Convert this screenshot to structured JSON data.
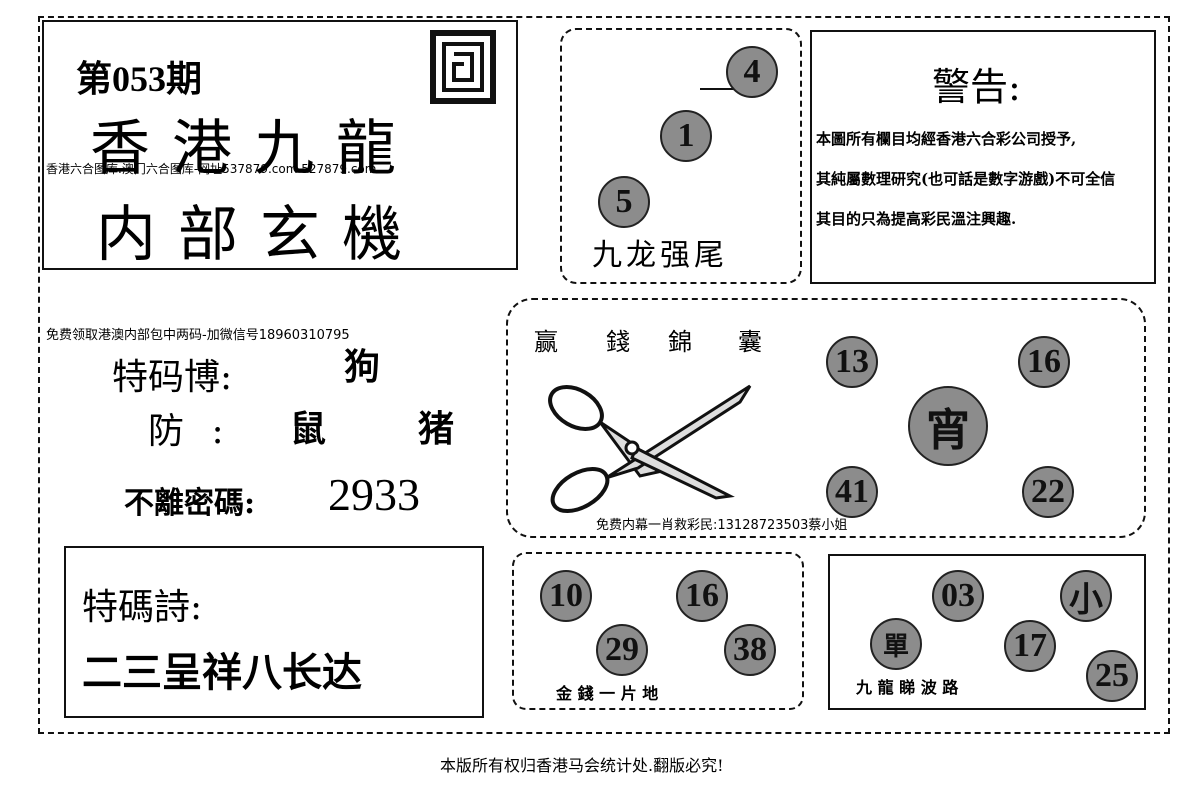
{
  "issue": {
    "prefix": "第",
    "number": "053",
    "suffix": "期"
  },
  "title_line1": "香港九龍",
  "title_line2": "内部玄機",
  "site_note": "香港六合图库.澳门六合图库-网址537879.com 527879.com",
  "kowloon_tail": {
    "balls": [
      "4",
      "1",
      "5"
    ],
    "label": "九龙强尾"
  },
  "warning": {
    "title": "警告:",
    "lines": [
      "本圖所有欄目均經香港六合彩公司授予,",
      "其純屬數理研究(也可話是數字游戲)不可全信",
      "其目的只為提高彩民溫注興趣."
    ]
  },
  "free_note": "免费领取港澳内部包中两码-加微信号18960310795",
  "tema": {
    "label": "特码博:",
    "value": "狗"
  },
  "fang": {
    "label": "防 :",
    "values": [
      "鼠",
      "猪"
    ]
  },
  "buli": {
    "label": "不離密碼:",
    "value": "2933"
  },
  "jinnang": {
    "title": [
      "赢",
      "錢",
      "錦",
      "囊"
    ],
    "balls": [
      "13",
      "16",
      "41",
      "22"
    ],
    "center": "宵",
    "note": "免费内幕一肖救彩民:13128723503蔡小姐"
  },
  "poem": {
    "label": "特碼詩:",
    "text": "二三呈祥八长达"
  },
  "jinqian": {
    "balls": [
      "10",
      "16",
      "29",
      "38"
    ],
    "label": "金 錢 一 片 地"
  },
  "bolu": {
    "balls": [
      "03",
      "小",
      "單",
      "17",
      "25"
    ],
    "label": "九 龍 睇 波 路"
  },
  "footer": "本版所有权归香港马会统计处.翻版必究!",
  "colors": {
    "ball_fill": "#8c8c8c",
    "ink": "#111111"
  }
}
